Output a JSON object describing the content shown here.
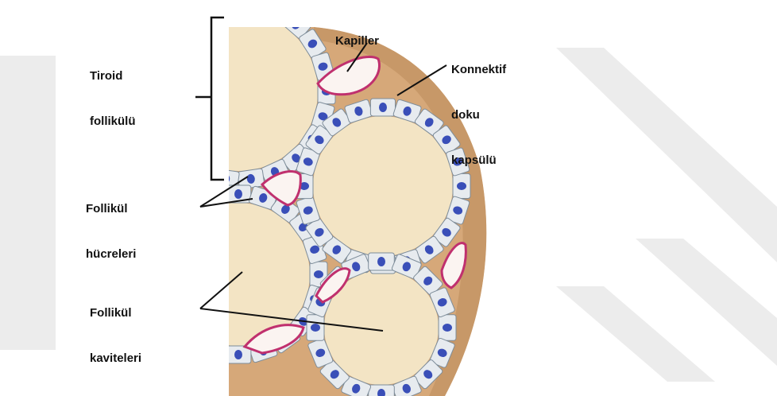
{
  "colors": {
    "background": "#ffffff",
    "watermark": "#ececec",
    "capsule": "#c79868",
    "interstitial": "#d6a879",
    "colloid": "#f3e4c4",
    "cell": "#e7ebef",
    "cell_border": "#7d8c99",
    "nucleus": "#3a4fb8",
    "capillary_wall": "#c0306e",
    "capillary_lumen": "#fbf4f1",
    "leader_line": "#111111"
  },
  "labels": {
    "kapiller": "Kapiller",
    "konnektif_line1": "Konnektif",
    "konnektif_line2": "doku",
    "konnektif_line3": "kapsülü",
    "tiroid_line1": "Tiroid",
    "tiroid_line2": "follikülü",
    "hucreleri_line1": "Follikül",
    "hucreleri_line2": "hücreleri",
    "kaviteleri_line1": "Follikül",
    "kaviteleri_line2": "kaviteleri"
  }
}
